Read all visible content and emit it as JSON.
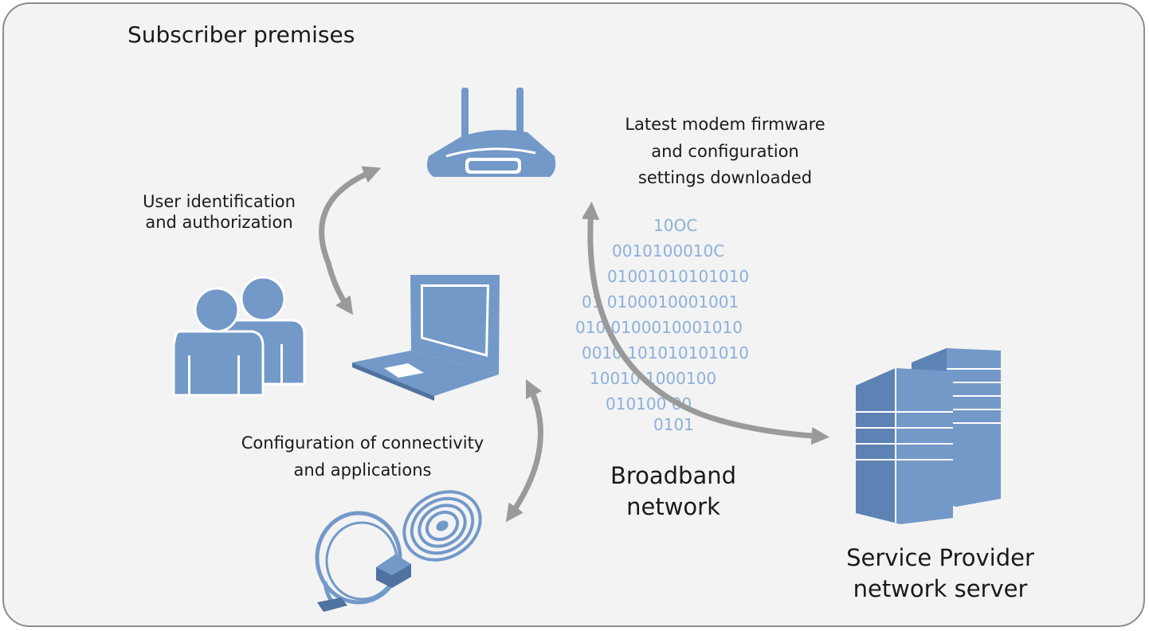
{
  "title": "Subscriber premises",
  "labels": {
    "user_auth": [
      "User identification",
      "and authorization"
    ],
    "firmware": [
      "Latest modem firmware",
      "and configuration",
      "settings downloaded"
    ],
    "config": [
      "Configuration of connectivity",
      "and applications"
    ],
    "broadband": [
      "Broadband",
      "network"
    ],
    "server": [
      "Service Provider",
      "network server"
    ]
  },
  "binary_rows": [
    "10OC",
    "0010100010C",
    "01001010101010",
    "01  0100010001001",
    "010   0100010001010",
    "0010  101010101010",
    "10010      1000100",
    "010100       00",
    "0101"
  ],
  "icons": [
    "router-icon",
    "users-icon",
    "laptop-icon",
    "cables-icon",
    "server-icon"
  ],
  "colors": {
    "icon_fill": "#7299c8",
    "icon_dark": "#4f72a0",
    "arrow": "#9a9a9a",
    "binary": "#8db0da",
    "background": "#f3f3f3",
    "border": "#8c8c8c"
  }
}
